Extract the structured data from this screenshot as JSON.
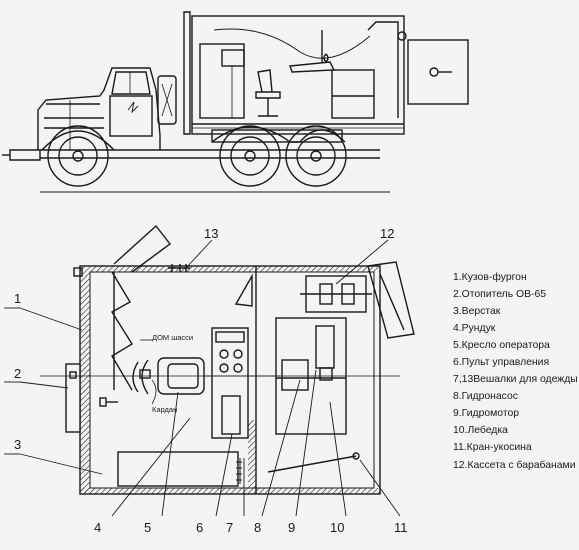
{
  "callouts": [
    "1",
    "2",
    "3",
    "4",
    "5",
    "6",
    "7",
    "8",
    "9",
    "10",
    "11",
    "12",
    "13"
  ],
  "inline_labels": {
    "dom_shassi": "ДОМ шасси",
    "kardan": "Кардан"
  },
  "legend": [
    "1.Кузов-фургон",
    "2.Отопитель ОВ-65",
    "3.Верстак",
    "4.Рундук",
    "5.Кресло оператора",
    "6.Пульт управления",
    "7,13Вешалки для одежды",
    "8.Гидронасос",
    "9.Гидромотор",
    "10.Лебедка",
    "11.Кран-укосина",
    "12.Кассета с барабанами"
  ]
}
